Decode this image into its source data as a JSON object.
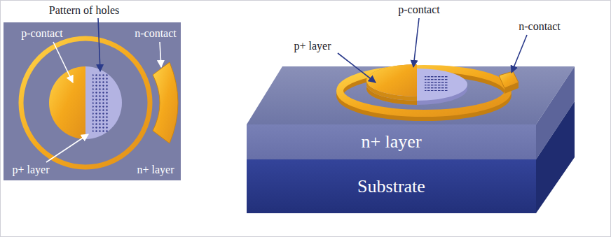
{
  "diagram": {
    "nodes": [
      {
        "text": [
          "n+ layer"
        ]
      },
      {
        "text": [
          "Substrate"
        ]
      }
    ],
    "labels": [
      "Pattern of holes",
      "p-contact",
      "n-contact",
      "p+ layer",
      "n+ layer",
      "p-contact",
      "p+ layer",
      "n-contact"
    ]
  }
}
